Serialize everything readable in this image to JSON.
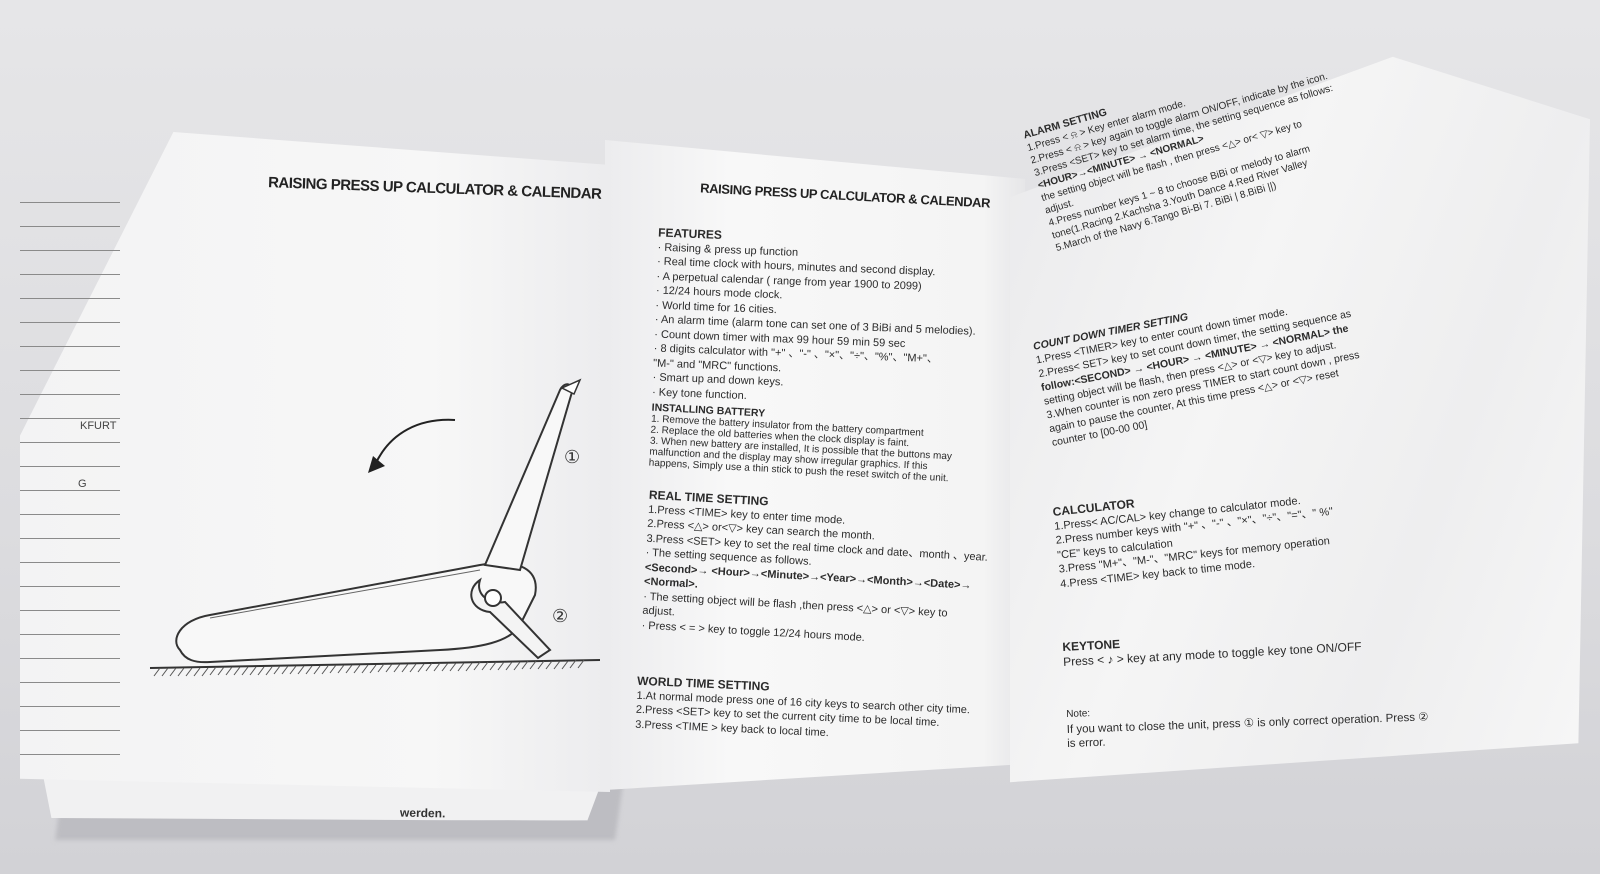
{
  "left_page": {
    "title": "RAISING PRESS UP CALCULATOR & CALENDAR",
    "edge_labels": [
      "KFURT",
      "G"
    ],
    "callouts": [
      "①",
      "②"
    ]
  },
  "under_page": {
    "text": "werden."
  },
  "middle_page": {
    "title": "RAISING PRESS UP CALCULATOR & CALENDAR",
    "features": {
      "heading": "FEATURES",
      "items": [
        "· Raising & press up function",
        "· Real time clock with hours, minutes and second display.",
        "· A perpetual calendar ( range from year 1900 to 2099)",
        "· 12/24 hours mode clock.",
        "· World time for 16 cities.",
        "· An alarm time (alarm tone can set one of 3 BiBi and 5 melodies).",
        "· Count down timer with max 99 hour 59  min 59 sec",
        "·  8 digits calculator with \"+\" 、\"-\" 、\"×\"、\"÷\"、\"%\"、\"M+\"、",
        "  \"M-\" and \"MRC\" functions.",
        "· Smart up and down keys.",
        "· Key tone function."
      ]
    },
    "battery": {
      "heading": "INSTALLING BATTERY",
      "lines": [
        "1. Remove the battery insulator from the battery compartment",
        "2. Replace the old batteries when the clock display is faint.",
        "3. When new battery are installed, It is possible that the buttons may",
        "malfunction and the display may show irregular graphics. If this",
        "happens, Simply use a thin stick to push the reset switch of the unit."
      ]
    },
    "realtime": {
      "heading": "REAL TIME SETTING",
      "lines": [
        "1.Press <TIME> key to enter time mode.",
        "2.Press <△> or<▽> key can search the month.",
        "3.Press <SET> key to set the real time clock and date、month 、year.",
        "  · The setting sequence as follows.",
        "<Second>→ <Hour>→<Minute>→<Year>→<Month>→<Date>→",
        "<Normal>.",
        "  · The setting object will be flash ,then press <△> or <▽> key to",
        "adjust.",
        "  · Press < = > key to toggle 12/24 hours mode."
      ]
    },
    "worldtime": {
      "heading": "WORLD TIME SETTING",
      "lines": [
        "1.At normal mode press one of 16 city keys to search other city time.",
        "2.Press <SET> key to set the current city time to be local time.",
        "3.Press <TIME > key back to   local   time."
      ]
    }
  },
  "right_page": {
    "alarm": {
      "heading": "ALARM SETTING",
      "lines": [
        "1.Press < ⍾ > Key enter  alarm mode.",
        "2.Press < ⍾ > key again to toggle alarm ON/OFF, indicate by the icon.",
        "3.Press <SET> key to set alarm time, the setting sequence as follows:",
        "<HOUR>→<MINUTE> → <NORMAL>",
        "the setting object will be flash , then press <△> or< ▽> key to",
        "adjust.",
        "4.Press number keys 1 ~ 8  to choose BiBi or melody to alarm",
        "tone(1.Racing  2.Kachsha  3.Youth  Dance  4.Red  River  Valley",
        "5.March of the Navy 6.Tango Bi-Bi  7. BiBi  | 8.BiBi ||)"
      ]
    },
    "countdown": {
      "heading": "COUNT DOWN TIMER SETTING",
      "lines": [
        "1.Press <TIMER> key to enter count down timer mode.",
        "2.Press< SET> key to set count down timer, the setting sequence as",
        "follow:<SECOND> → <HOUR> → <MINUTE> → <NORMAL> the",
        "setting object will be flash, then press <△> or <▽> key to adjust.",
        "3.When counter is non zero press TIMER to start count down , press",
        "  again to pause the counter, At this time press <△> or <▽> reset",
        "  counter to [00-00  00]"
      ]
    },
    "calculator": {
      "heading": "CALCULATOR",
      "lines": [
        "1.Press< AC/CAL> key change  to calculator mode.",
        "2.Press number keys with \"+\" 、\"-\" 、\"×\"、\"÷\"、\"=\"、\" %\"",
        "  \"CE\"  keys to calculation",
        "3.Press  \"M+\"、\"M-\"、\"MRC\"  keys for memory operation",
        "4.Press <TIME> key back to time mode."
      ]
    },
    "keytone": {
      "heading": "KEYTONE",
      "lines": [
        "Press < ♪ > key at any mode to toggle key tone ON/OFF"
      ]
    },
    "note": {
      "heading": "Note:",
      "lines": [
        "If you want to close the unit, press ① is only correct operation. Press ②",
        "is error."
      ]
    }
  }
}
